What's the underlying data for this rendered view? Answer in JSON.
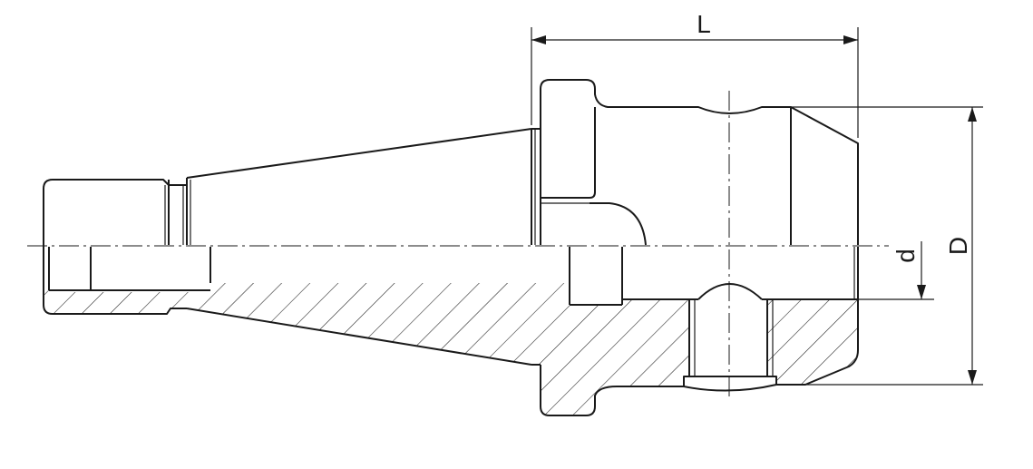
{
  "drawing": {
    "dimensions": {
      "length_label": "L",
      "outer_diameter_label": "D",
      "bore_diameter_label": "d"
    },
    "colors": {
      "line": "#1a1a1a",
      "background": "#ffffff"
    }
  }
}
